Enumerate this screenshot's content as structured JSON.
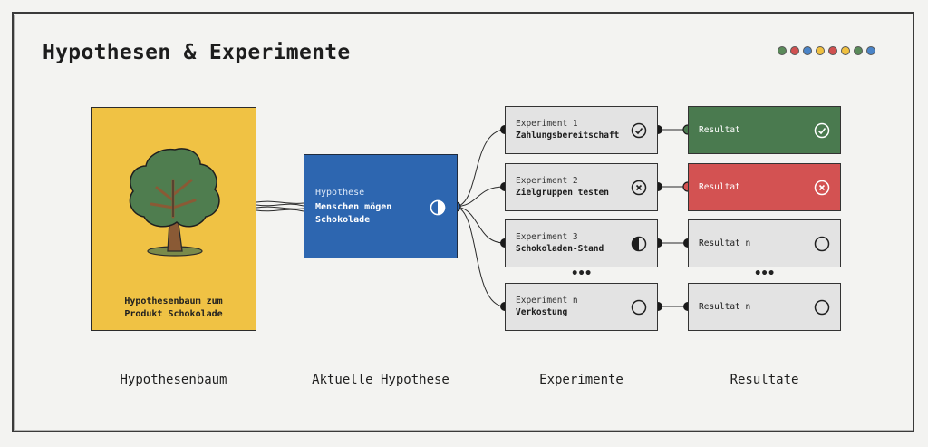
{
  "title": "Hypothesen & Experimente",
  "header_dots": [
    "#5a8a5a",
    "#d05050",
    "#4a84c8",
    "#f0c040",
    "#d05050",
    "#f0c040",
    "#5a8a5a",
    "#4a84c8"
  ],
  "colors": {
    "tree_card": "#f0c244",
    "hypothesis_card": "#2d66b0",
    "result_success": "#4a7a4f",
    "result_failure": "#d35252",
    "card_neutral": "#e3e3e3"
  },
  "tree_card": {
    "caption_line1": "Hypothesenbaum zum",
    "caption_line2": "Produkt Schokolade",
    "icon": "tree-icon"
  },
  "hypothesis": {
    "label": "Hypothese",
    "line1": "Menschen mögen",
    "line2": "Schokolade",
    "status_icon": "half-circle-icon"
  },
  "experiments": [
    {
      "title": "Experiment 1",
      "name": "Zahlungsbereitschaft",
      "status_icon": "check-circle-icon"
    },
    {
      "title": "Experiment 2",
      "name": "Zielgruppen testen",
      "status_icon": "x-circle-icon"
    },
    {
      "title": "Experiment 3",
      "name": "Schokoladen-Stand",
      "status_icon": "half-circle-icon"
    },
    {
      "title": "Experiment n",
      "name": "Verkostung",
      "status_icon": "empty-circle-icon"
    }
  ],
  "results": [
    {
      "label": "Resultat",
      "status": "success",
      "status_icon": "check-circle-icon"
    },
    {
      "label": "Resultat",
      "status": "failure",
      "status_icon": "x-circle-icon"
    },
    {
      "label": "Resultat n",
      "status": "pending",
      "status_icon": "empty-circle-icon"
    },
    {
      "label": "Resultat n",
      "status": "pending",
      "status_icon": "empty-circle-icon"
    }
  ],
  "ellipsis": "•••",
  "column_labels": {
    "tree": "Hypothesenbaum",
    "hypothesis": "Aktuelle Hypothese",
    "experiments": "Experimente",
    "results": "Resultate"
  }
}
